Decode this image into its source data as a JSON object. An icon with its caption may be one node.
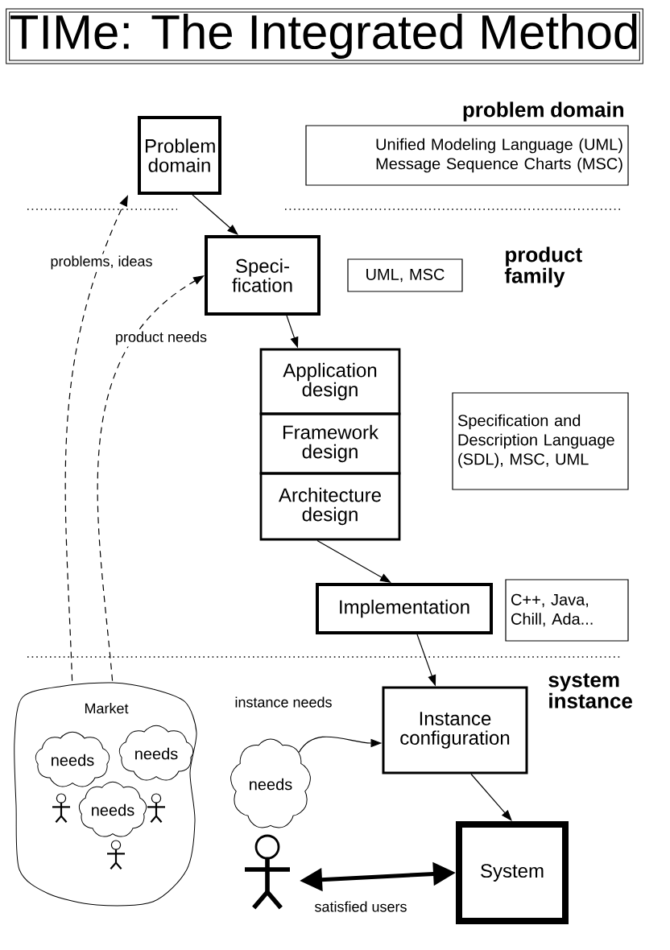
{
  "diagram": {
    "title": "TIMe: The Integrated Method",
    "nodes": [
      {
        "text": [
          "Problem domain"
        ]
      },
      {
        "text": [
          "Unified Modeling Language (UML)",
          "Message Sequence Charts (MSC)"
        ]
      },
      {
        "text": [
          "Speci- fication"
        ]
      },
      {
        "text": [
          "UML, MSC"
        ]
      },
      {
        "text": [
          "Application design"
        ]
      },
      {
        "text": [
          "Framework design"
        ]
      },
      {
        "text": [
          "Architecture design"
        ]
      },
      {
        "text": [
          "Specification and Description Language (SDL), MSC, UML"
        ]
      },
      {
        "text": [
          "Implementation"
        ]
      },
      {
        "text": [
          "C++, Java, Chill, Ada..."
        ]
      },
      {
        "text": [
          "Market"
        ]
      },
      {
        "text": [
          "needs"
        ],
        "in": 10
      },
      {
        "text": [
          "needs"
        ],
        "in": 10
      },
      {
        "text": [
          "needs"
        ],
        "in": 10
      },
      {
        "text": [
          "needs"
        ]
      },
      {
        "text": [
          "Instance configuration"
        ]
      },
      {
        "text": [],
        "shape": "person"
      },
      {
        "text": [
          "System"
        ]
      }
    ],
    "edges": [
      {
        "from": 10,
        "to": 0,
        "arrow": "to",
        "label": "problems, ideas",
        "style": "dashed"
      },
      {
        "from": 10,
        "to": 2,
        "arrow": "to",
        "label": "product needs",
        "style": "dashed"
      },
      {
        "from": 0,
        "to": 2,
        "arrow": "to"
      },
      {
        "from": 2,
        "to": 4,
        "arrow": "to"
      },
      {
        "from": 6,
        "to": 8,
        "arrow": "to"
      },
      {
        "from": 8,
        "to": 15,
        "arrow": "to"
      },
      {
        "from": 14,
        "to": 15,
        "arrow": "to",
        "label": "instance needs"
      },
      {
        "from": 15,
        "to": 17,
        "arrow": "to"
      },
      {
        "from": 16,
        "to": 17,
        "arrow": "both",
        "label": "satisfied users",
        "style": "thick"
      }
    ],
    "labels": [
      "problem domain",
      "product family",
      "system instance"
    ]
  }
}
